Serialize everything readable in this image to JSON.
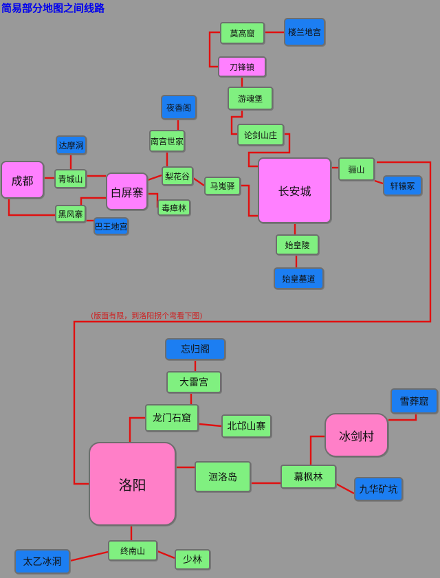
{
  "title": "简易部分地图之间线路",
  "note": "(版面有限，到洛阳拐个弯看下图)",
  "colors": {
    "background": "#999999",
    "line": "#e01010",
    "town_green": "#80f080",
    "dungeon_blue": "#1c7ef2",
    "city_pink": "#ff80ff",
    "city_pink_dark": "#ff7fc8",
    "title": "#0000ee"
  },
  "nodes": {
    "mogaoku": "莫高窟",
    "loulan_digong": "楼兰地宫",
    "daofengzhen": "刀锋镇",
    "youhunbao": "游魂堡",
    "yeshangge": "夜香阁",
    "lunjian_shanzhuang": "论剑山庄",
    "nangong_shijia": "南宫世家",
    "damo_dong": "达摩洞",
    "chengdu": "成都",
    "qingcheng_shan": "青城山",
    "baiping_zhai": "白屏寨",
    "lihua_gu": "梨花谷",
    "majue_yi": "马嵬驿",
    "changan_cheng": "长安城",
    "li_shan": "骊山",
    "xuanyuan_zhong": "轩辕冢",
    "dubing_lin": "毒瘴林",
    "heifeng_zhai": "黑风寨",
    "bawang_digong": "巴王地宫",
    "shihuang_ling": "始皇陵",
    "shihuang_mudao": "始皇墓道",
    "wanggui_ge": "忘归阁",
    "dalei_gong": "大雷宫",
    "longmen_shiku": "龙门石窟",
    "beiqiu_shanzhai": "北邙山寨",
    "xuezang_ku": "雪葬窟",
    "bingjian_cun": "冰剑村",
    "luoyang": "洛阳",
    "huiluo_dao": "洄洛岛",
    "mufeng_lin": "幕枫林",
    "jiuhua_kuangkeng": "九华矿坑",
    "zhongnan_shan": "终南山",
    "taiyi_bingdong": "太乙冰洞",
    "shaolin": "少林"
  }
}
